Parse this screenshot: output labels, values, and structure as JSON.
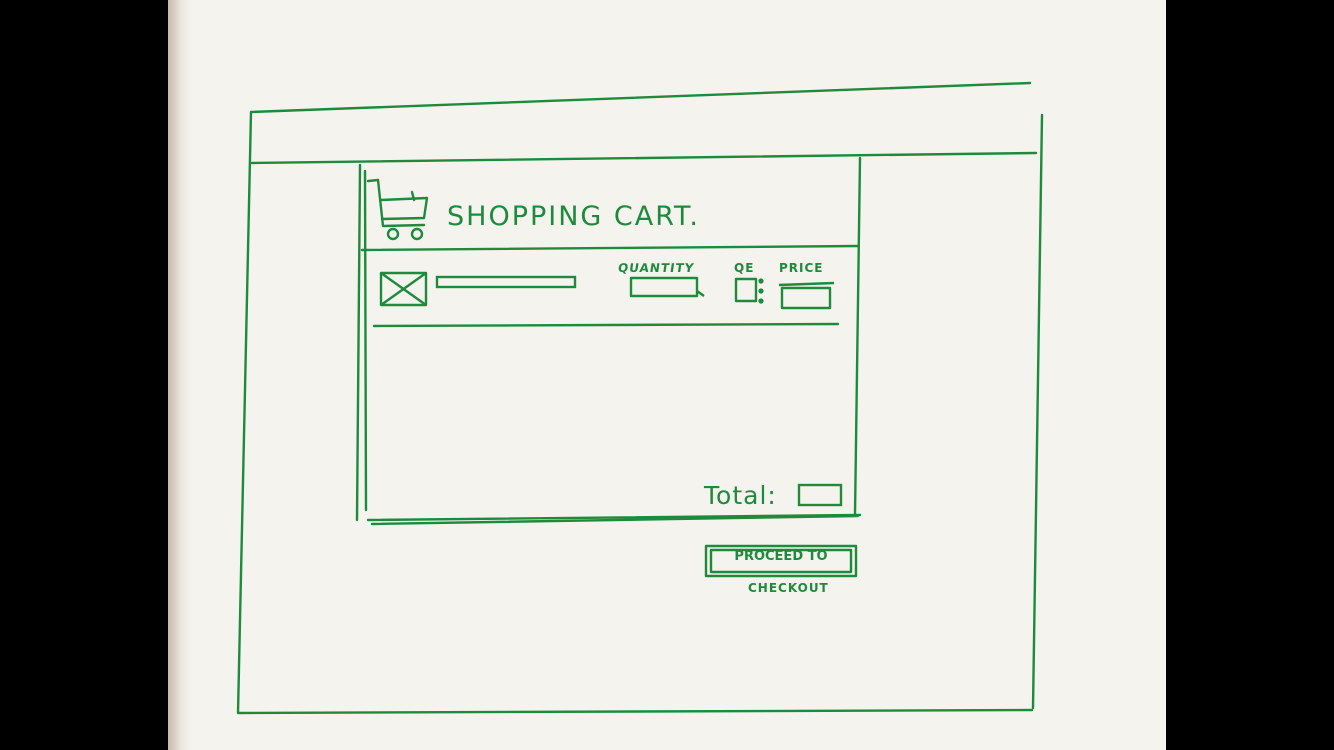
{
  "cart": {
    "title": "SHOPPING CART.",
    "columns": {
      "quantity": "QUANTITY",
      "item": "QE",
      "price": "PRICE"
    },
    "total_label": "Total:",
    "checkout_button": {
      "line1": "PROCEED TO",
      "line2": "CHECKOUT"
    }
  },
  "colors": {
    "ink": "#1e8a3c",
    "paper": "#f5f3ee",
    "background": "#000000"
  },
  "icons": {
    "cart": "shopping-cart-icon",
    "product_image": "image-placeholder-icon"
  }
}
